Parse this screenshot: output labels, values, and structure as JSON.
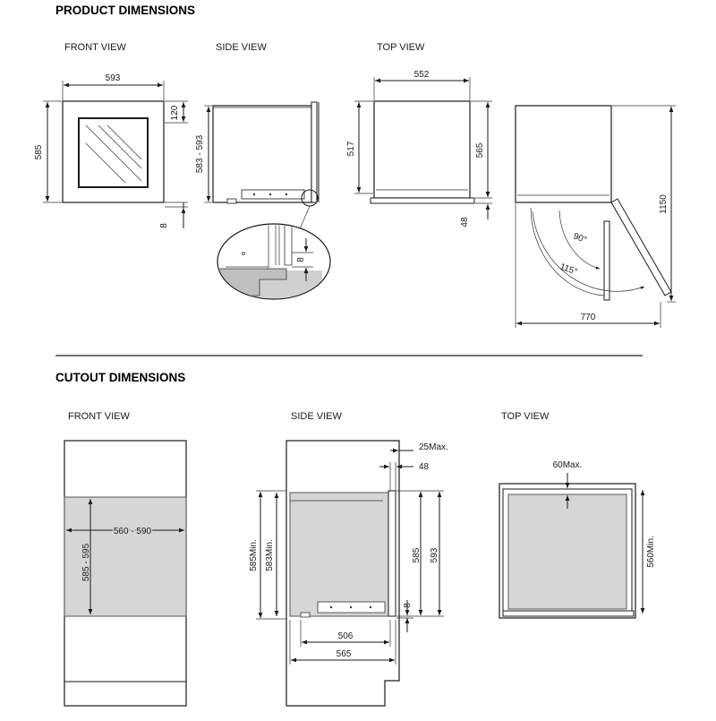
{
  "sections": {
    "product": {
      "title": "PRODUCT DIMENSIONS",
      "views": {
        "front": "FRONT VIEW",
        "side": "SIDE VIEW",
        "top": "TOP VIEW"
      },
      "dims": {
        "front_width": "593",
        "front_height": "585",
        "front_top_offset": "120",
        "front_bottom_gap": "8",
        "side_height": "583 - 593",
        "detail_gap": "8",
        "top_width": "552",
        "top_depth_left": "517",
        "top_depth_right": "565",
        "top_front_overhang": "48",
        "top_open_depth": "1150",
        "top_open_width": "770",
        "angle_90": "90°",
        "angle_115": "115°"
      }
    },
    "cutout": {
      "title": "CUTOUT DIMENSIONS",
      "views": {
        "front": "FRONT VIEW",
        "side": "SIDE VIEW",
        "top": "TOP VIEW"
      },
      "dims": {
        "front_width": "560 - 590",
        "front_height": "585 - 595",
        "side_rear_gap": "25Max.",
        "side_rear_48": "48",
        "side_585_min": "585Min.",
        "side_583_min": "583Min.",
        "side_585": "585",
        "side_593": "593",
        "side_8": "8",
        "side_506": "506",
        "side_565": "565",
        "top_60max": "60Max.",
        "top_560min": "560Min."
      }
    }
  }
}
